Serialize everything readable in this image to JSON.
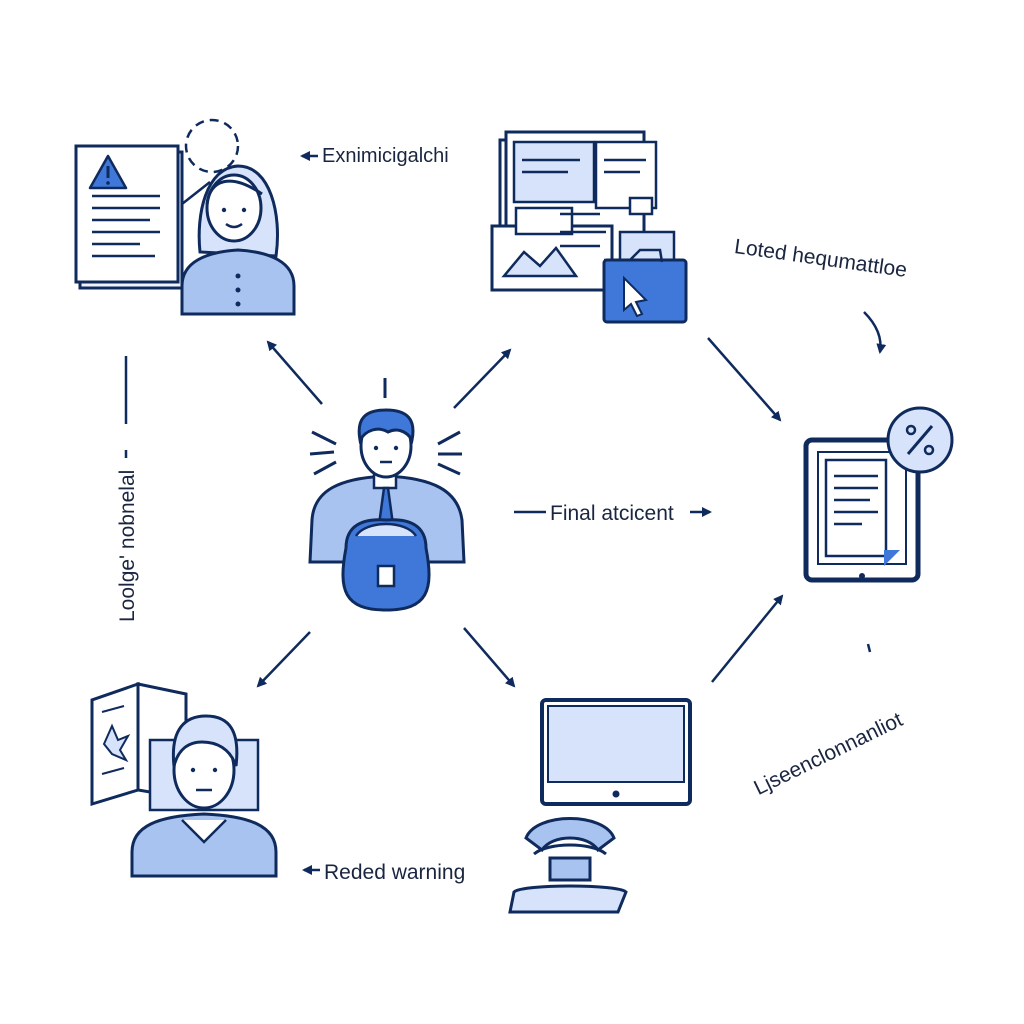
{
  "colors": {
    "navy": "#0f2a5c",
    "accent": "#3f78d8",
    "light_fill": "#d6e3fa",
    "mid_fill": "#a9c3f0",
    "background": "#ffffff"
  },
  "nodes": {
    "top_left": {
      "icons": [
        "warning-icon",
        "document-icon",
        "woman-avatar-icon"
      ]
    },
    "top_right": {
      "icons": [
        "stacked-windows-icon",
        "folder-icon",
        "cursor-icon"
      ]
    },
    "right": {
      "icons": [
        "tablet-document-icon",
        "percent-badge-icon"
      ]
    },
    "center": {
      "icons": [
        "man-with-bag-icon"
      ]
    },
    "bottom_left": {
      "icons": [
        "open-book-icon",
        "man-avatar-icon"
      ]
    },
    "bottom_right": {
      "icons": [
        "monitor-icon",
        "stand-icon"
      ]
    }
  },
  "labels": {
    "top": "Exnimicigalchi",
    "right": "Loted hequmattloe",
    "center": "Final atcicent",
    "left": "Loolge' nobnelal",
    "bottom_right": "Ljseenclonnanliot",
    "bottom": "Reded warning"
  }
}
